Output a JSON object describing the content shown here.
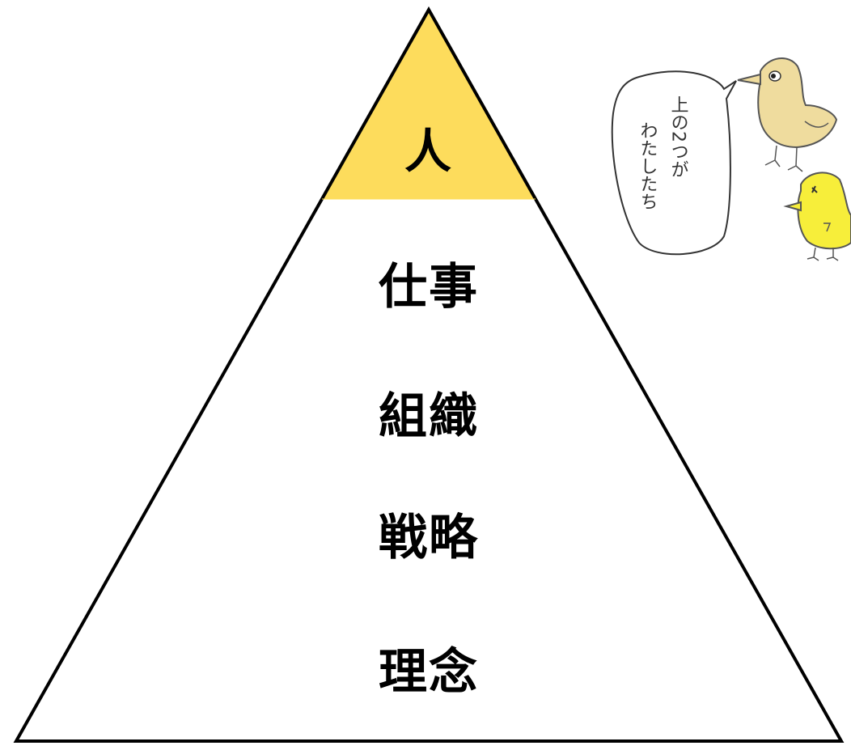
{
  "pyramid": {
    "levels": [
      {
        "label": "人",
        "highlighted": true
      },
      {
        "label": "仕事",
        "highlighted": false
      },
      {
        "label": "組織",
        "highlighted": false
      },
      {
        "label": "戦略",
        "highlighted": false
      },
      {
        "label": "理念",
        "highlighted": false
      }
    ],
    "highlight_color": "#fddc5c",
    "outline_color": "#000000"
  },
  "speech_bubble": {
    "line1": "上の2つが",
    "line2": "わたしたち"
  },
  "characters": [
    {
      "name": "beige-chick",
      "color": "#efdc9e"
    },
    {
      "name": "yellow-chick",
      "color": "#f7ee3a"
    }
  ]
}
